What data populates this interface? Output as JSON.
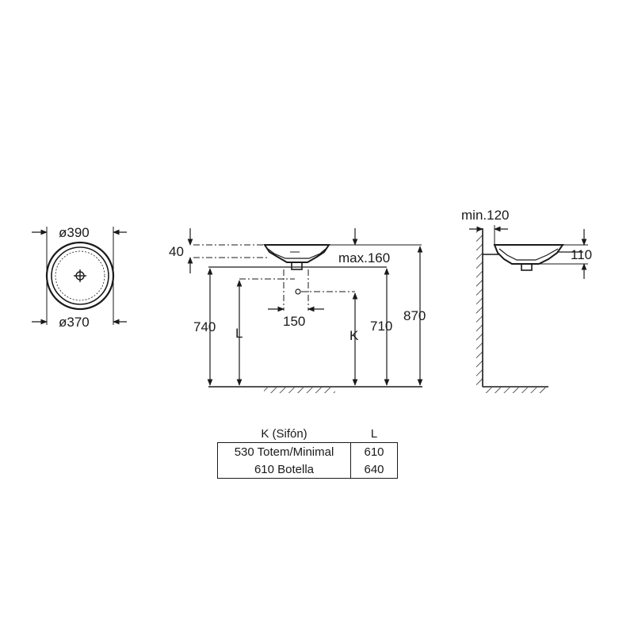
{
  "top_view": {
    "outer_diameter": "ø390",
    "inner_diameter": "ø370"
  },
  "front_view": {
    "height_top": "870",
    "height_rim": "740",
    "height_waste": "710",
    "rim_thickness": "40",
    "tap_overhang": "max.160",
    "drain_offset": "150",
    "letter_l": "L",
    "letter_k": "K"
  },
  "side_view": {
    "min_wall": "min.120",
    "basin_height": "110"
  },
  "siphon_table": {
    "headers": [
      "K (Sifón)",
      "L"
    ],
    "rows": [
      [
        "530 Totem/Minimal",
        "610"
      ],
      [
        "610 Botella",
        "640"
      ]
    ]
  },
  "colors": {
    "line": "#1a1a1a",
    "background": "#ffffff"
  }
}
